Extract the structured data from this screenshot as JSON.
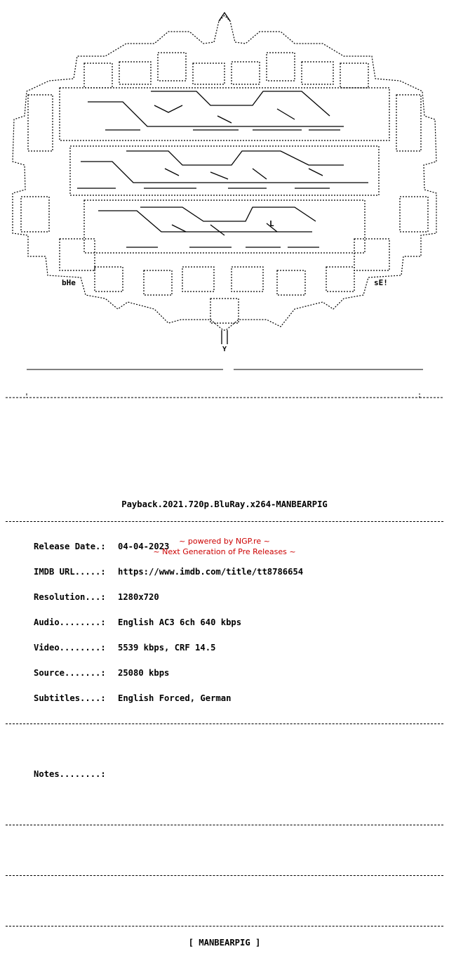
{
  "art": {
    "left_tag": "bHe",
    "right_tag": "sE!",
    "inner_letter": "L",
    "stem_char": "Y"
  },
  "release": {
    "title": "Payback.2021.720p.BluRay.x264-MANBEARPIG",
    "fields": [
      {
        "label": "Release Date.:",
        "value": "04-04-2023"
      },
      {
        "label": "IMDB URL.....:",
        "value": "https://www.imdb.com/title/tt8786654"
      },
      {
        "label": "Resolution...:",
        "value": "1280x720"
      },
      {
        "label": "Audio........:",
        "value": "English AC3 6ch 640 kbps"
      },
      {
        "label": "Video........:",
        "value": "5539 kbps, CRF 14.5"
      },
      {
        "label": "Source.......:",
        "value": "25080 kbps"
      },
      {
        "label": "Subtitles....:",
        "value": "English Forced, German"
      }
    ],
    "notes_label": "Notes........:",
    "group_tag": "[ MANBEARPIG ]"
  },
  "footer": {
    "powered": "~ powered by NGP.re ~",
    "tagline": "~ Next Generation of Pre Releases ~"
  }
}
